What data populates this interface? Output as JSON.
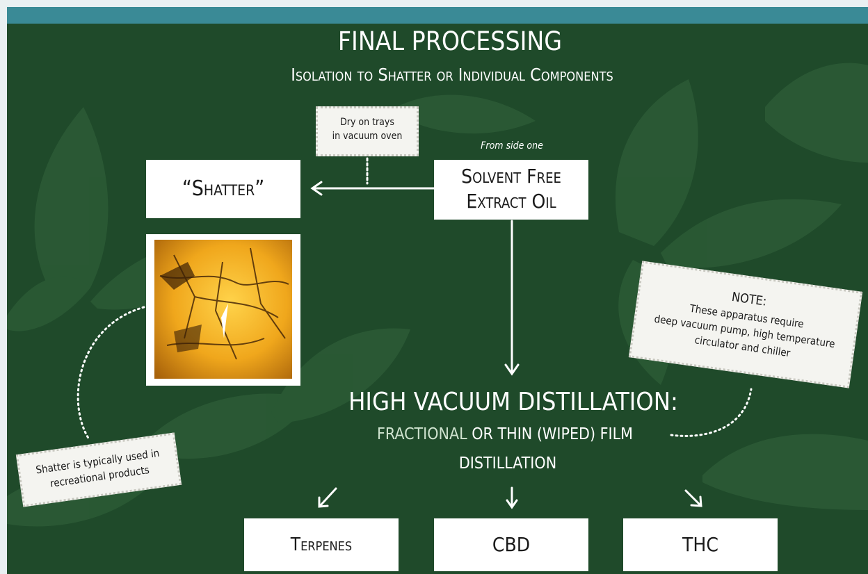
{
  "title": "FINAL PROCESSING",
  "subtitle": "Isolation to Shatter or Individual Components",
  "dry_note": {
    "line1": "Dry on trays",
    "line2": "in vacuum oven"
  },
  "from_side": "From side one",
  "solvent_box": {
    "line1": "Solvent Free",
    "line2": "Extract Oil"
  },
  "shatter_box": "“Shatter”",
  "shatter_image": "amber-shatter-photo",
  "note_box": {
    "heading": "NOTE:",
    "line1": "These apparatus require",
    "line2": "deep vacuum pump, high temperature",
    "line3": "circulator and chiller"
  },
  "shatter_note": {
    "line1": "Shatter is typically used in",
    "line2": "recreational products"
  },
  "distillation": {
    "heading": "HIGH VACUUM DISTILLATION:",
    "line1_a": "FRACTIONAL",
    "line1_b": " OR THIN (WIPED) FILM",
    "line2": "DISTILLATION"
  },
  "outputs": [
    "Terpenes",
    "CBD",
    "THC"
  ],
  "colors": {
    "board": "#1f4a2a",
    "topbar": "#3a8a96",
    "box": "#ffffff",
    "leaf": "#2c5a36"
  },
  "icons": [
    "arrow-left-icon",
    "arrow-down-icon",
    "arrow-down-left-icon",
    "arrow-down-right-icon",
    "dotted-connector-icon"
  ]
}
